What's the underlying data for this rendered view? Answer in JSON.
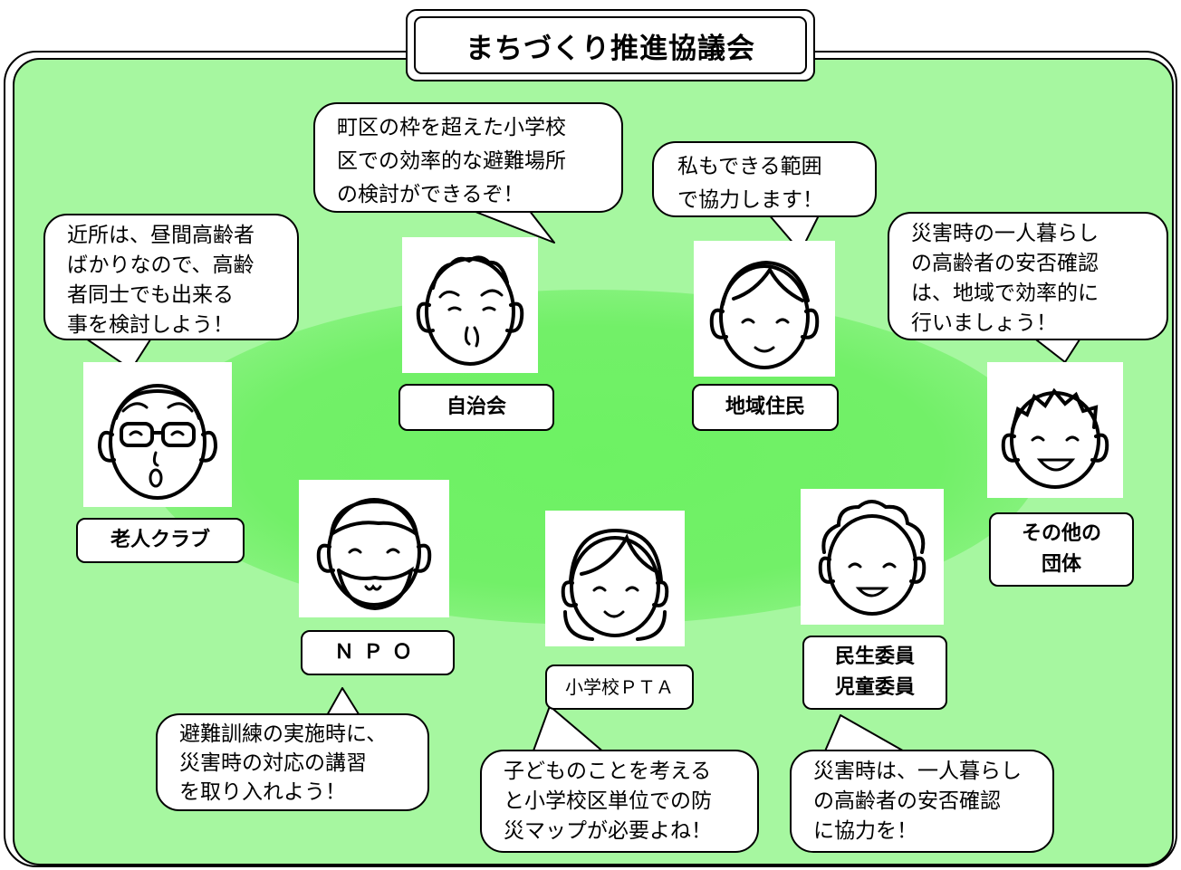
{
  "title": "まちづくり推進協議会",
  "members": [
    {
      "label": "自治会",
      "speech": "町区の枠を超えた小学校\n区での効率的な避難場所\nの検討ができるぞ！"
    },
    {
      "label": "地域住民",
      "speech": "私もできる範囲\nで協力します！"
    },
    {
      "label": "老人クラブ",
      "speech": "近所は、昼間高齢者\nばかりなので、高齢\n者同士でも出来る\n事を検討しよう！"
    },
    {
      "label": "その他の\n団体",
      "speech": "災害時の一人暮らし\nの高齢者の安否確認\nは、地域で効率的に\n行いましょう！"
    },
    {
      "label": "ＮＰＯ",
      "speech": "避難訓練の実施時に、\n災害時の対応の講習\nを取り入れよう！"
    },
    {
      "label": "小学校ＰＴＡ",
      "speech": "子どものことを考える\nと小学校区単位での防\n災マップが必要よね！"
    },
    {
      "label": "民生委員\n児童委員",
      "speech": "災害時は、一人暮らし\nの高齢者の安否確認\nに協力を！"
    }
  ],
  "colors": {
    "background": "#a6f7a0",
    "oval": "#72f068",
    "stroke": "#000000",
    "card": "#ffffff"
  },
  "icons": [
    "elderly-man-face-icon",
    "elderly-glasses-man-face-icon",
    "woman-face-icon",
    "child-face-icon",
    "bearded-man-face-icon",
    "girl-face-icon",
    "elderly-woman-face-icon"
  ]
}
